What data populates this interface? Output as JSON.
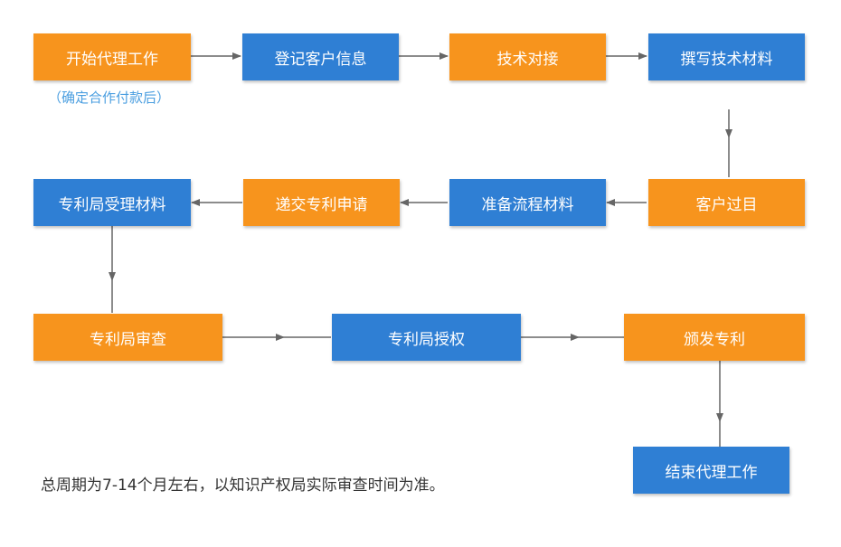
{
  "steps": [
    {
      "id": "start",
      "label": "开始代理工作",
      "color": "orange"
    },
    {
      "id": "register",
      "label": "登记客户信息",
      "color": "blue"
    },
    {
      "id": "tech",
      "label": "技术对接",
      "color": "orange"
    },
    {
      "id": "write",
      "label": "撰写技术材料",
      "color": "blue"
    },
    {
      "id": "review",
      "label": "客户过目",
      "color": "orange"
    },
    {
      "id": "prepare",
      "label": "准备流程材料",
      "color": "blue"
    },
    {
      "id": "submit",
      "label": "递交专利申请",
      "color": "orange"
    },
    {
      "id": "accept",
      "label": "专利局受理材料",
      "color": "blue"
    },
    {
      "id": "examine",
      "label": "专利局审查",
      "color": "orange"
    },
    {
      "id": "grant",
      "label": "专利局授权",
      "color": "blue"
    },
    {
      "id": "issue",
      "label": "颁发专利",
      "color": "orange"
    },
    {
      "id": "end",
      "label": "结束代理工作",
      "color": "blue"
    }
  ],
  "start_note": "（确定合作付款后）",
  "footnote": "总周期为7-14个月左右，以知识产权局实际审查时间为准。",
  "colors": {
    "orange": "#f7941d",
    "blue": "#2f7fd4",
    "connector": "#666666"
  }
}
